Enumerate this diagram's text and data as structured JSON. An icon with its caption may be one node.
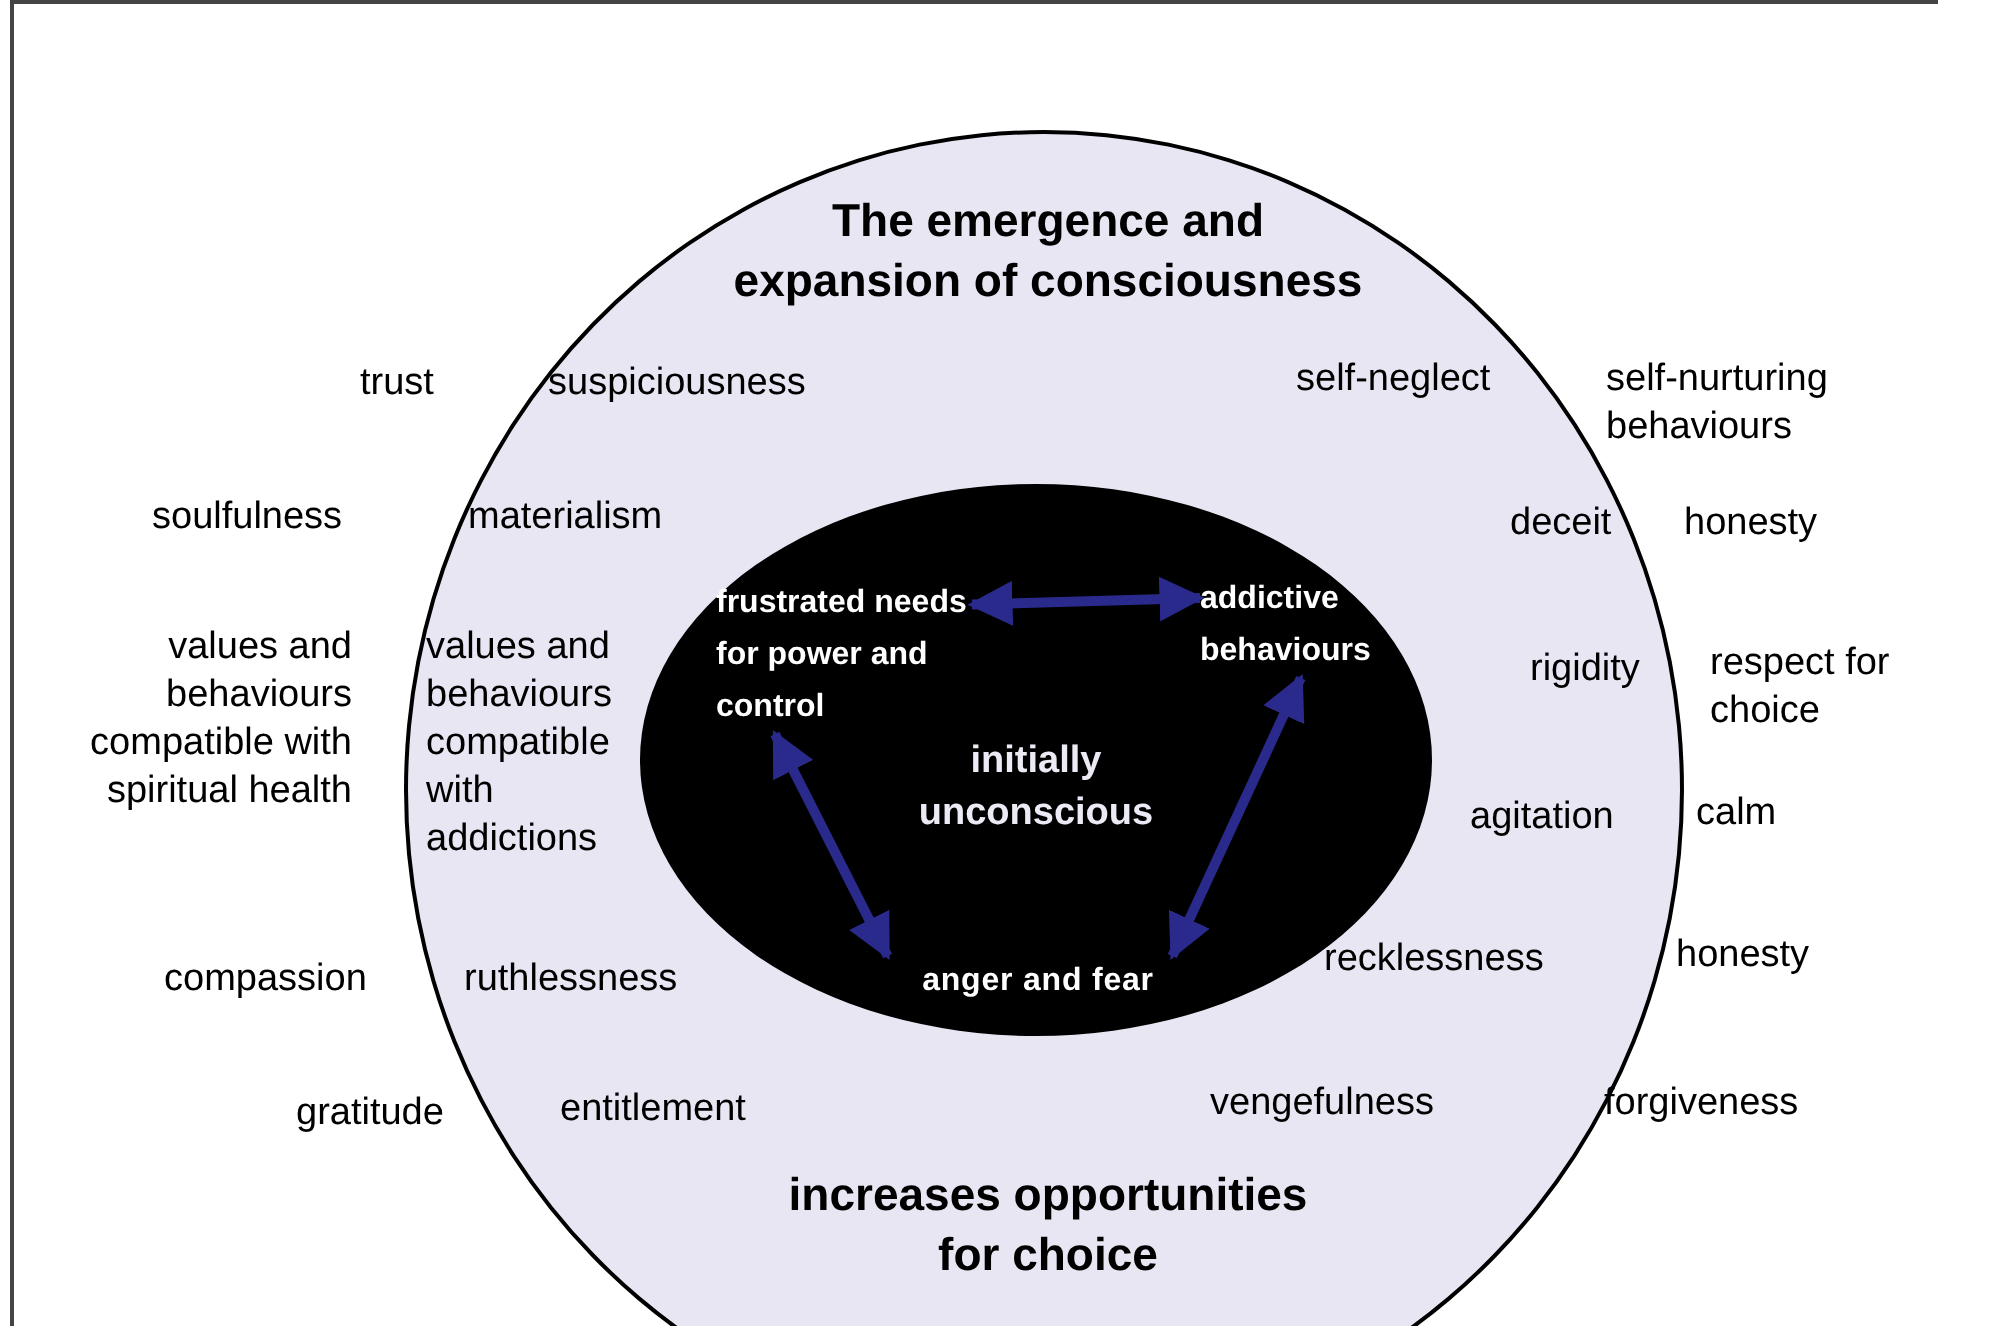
{
  "diagram": {
    "nodes": [
      {
        "text": [
          "The emergence and expansion of consciousness",
          "increases opportunities for choice"
        ]
      },
      {
        "text": [
          "initially unconscious"
        ],
        "in": 0
      },
      {
        "text": [
          "frustrated needs for power and control"
        ],
        "in": 1
      },
      {
        "text": [
          "addictive behaviours"
        ],
        "in": 1
      },
      {
        "text": [
          "anger and fear"
        ],
        "in": 1
      }
    ],
    "edges": [
      {
        "from": 2,
        "to": 3,
        "arrow": "both"
      },
      {
        "from": 2,
        "to": 4,
        "arrow": "both"
      },
      {
        "from": 3,
        "to": 4,
        "arrow": "both"
      }
    ],
    "labels": [
      "trust",
      "suspiciousness",
      "self-neglect",
      "self-nurturing behaviours",
      "soulfulness",
      "materialism",
      "deceit",
      "honesty",
      "values and behaviours compatible with spiritual health",
      "values and behaviours compatible with addictions",
      "rigidity",
      "respect for choice",
      "agitation",
      "calm",
      "compassion",
      "ruthlessness",
      "recklessness",
      "honesty",
      "gratitude",
      "entitlement",
      "vengefulness",
      "forgiveness"
    ]
  }
}
